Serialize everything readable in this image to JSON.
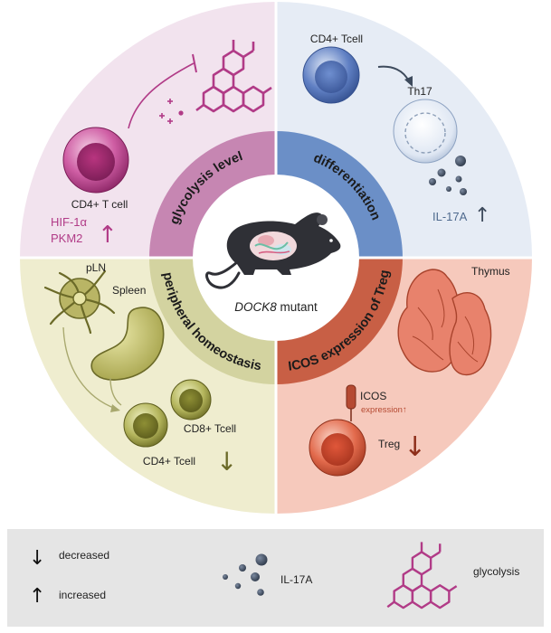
{
  "colors": {
    "glycolysis_quadrant": "#f2e3ee",
    "differentiation_quadrant": "#e6ecf5",
    "treg_quadrant": "#f6c9bc",
    "homeostasis_quadrant": "#efedcf",
    "ring_glycolysis": "#c686b2",
    "ring_differentiation": "#6b8fc7",
    "ring_treg": "#c85f45",
    "ring_homeostasis": "#d3d3a0",
    "magenta": "#b13b87",
    "dark_blue": "#3d4a5c",
    "olive": "#6b6a28"
  },
  "ring_labels": {
    "glycolysis": "glycolysis level",
    "differentiation": "differentiation",
    "treg": "ICOS expression of Treg",
    "homeostasis": "peripheral homeostasis"
  },
  "center": {
    "mouse_icon": "mouse-icon",
    "label_italic": "DOCK8",
    "label_rest": " mutant"
  },
  "glycolysis_panel": {
    "cell_label": "CD4+ T cell",
    "marker_1": "HIF-1α",
    "marker_2": "PKM2",
    "arrow": "↑"
  },
  "differentiation_panel": {
    "cell_label": "CD4+ Tcell",
    "th17_label": "Th17",
    "il17a_label": "IL-17A",
    "arrow": "↑"
  },
  "homeostasis_panel": {
    "pln_label": "pLN",
    "spleen_label": "Spleen",
    "cd8_label": "CD8+ Tcell",
    "cd4_label": "CD4+ Tcell",
    "arrow": "↓"
  },
  "treg_panel": {
    "thymus_label": "Thymus",
    "icos_label": "ICOS",
    "expression_label": "expression",
    "expression_arrow": "↑",
    "treg_label": "Treg",
    "arrow": "↓"
  },
  "legend": {
    "decreased_arrow": "↓",
    "decreased_label": "decreased",
    "increased_arrow": "↑",
    "increased_label": "increased",
    "il17a_label": "IL-17A",
    "glycolysis_label": "glycolysis"
  }
}
